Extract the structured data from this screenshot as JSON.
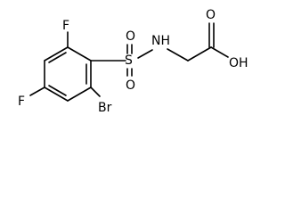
{
  "molecule": {
    "atoms": {
      "f_top": "F",
      "f_left": "F",
      "br": "Br",
      "s": "S",
      "o_top": "O",
      "o_bottom": "O",
      "nh": "NH",
      "o_acid": "O",
      "oh": "OH"
    }
  }
}
